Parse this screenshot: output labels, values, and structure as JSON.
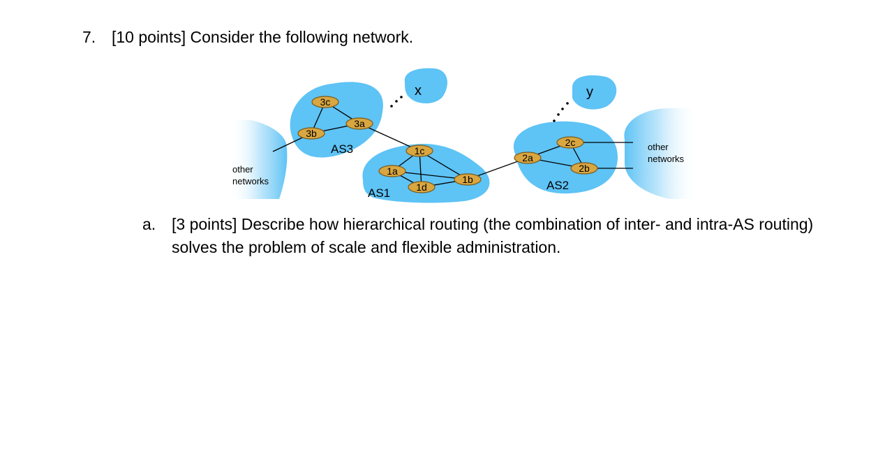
{
  "question": {
    "number": "7.",
    "text": "[10 points] Consider the following network."
  },
  "diagram": {
    "as3": {
      "label": "AS3",
      "routers": [
        "3c",
        "3a",
        "3b"
      ]
    },
    "as1": {
      "label": "AS1",
      "routers": [
        "1c",
        "1a",
        "1d",
        "1b"
      ]
    },
    "as2": {
      "label": "AS2",
      "routers": [
        "2c",
        "2a",
        "2b"
      ]
    },
    "host_x": "x",
    "host_y": "y",
    "other_networks_left": [
      "other",
      "networks"
    ],
    "other_networks_right": [
      "other",
      "networks"
    ],
    "colors": {
      "as_fill": "#5ec3f5",
      "router_fill": "#d9a640",
      "router_stroke": "#7a5a1c"
    }
  },
  "subquestion": {
    "letter": "a.",
    "text": "[3 points] Describe how hierarchical routing (the combination of inter- and intra-AS routing) solves the problem of scale and flexible administration."
  }
}
